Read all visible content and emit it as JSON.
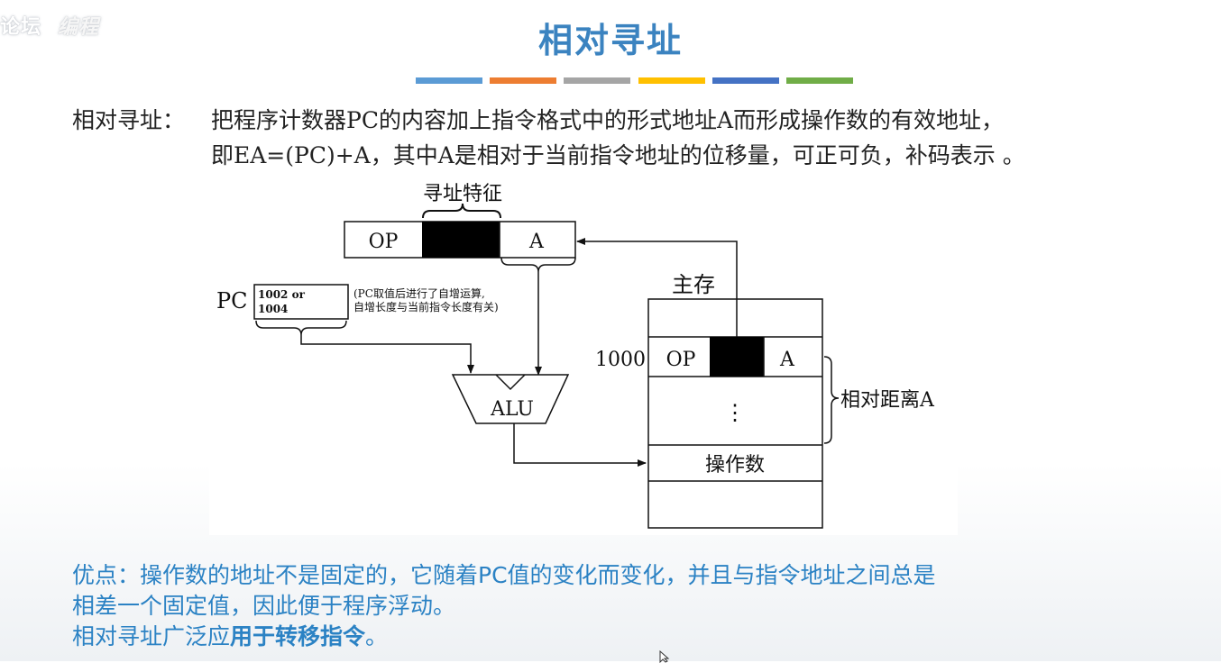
{
  "watermark": {
    "text": "论坛",
    "ghost": "编程"
  },
  "title": "相对寻址",
  "stripes": [
    "#5b9bd5",
    "#ed7d31",
    "#a5a5a5",
    "#ffc000",
    "#4472c4",
    "#70ad47"
  ],
  "definition": {
    "label": "相对寻址：",
    "line1": "把程序计数器PC的内容加上指令格式中的形式地址A而形成操作数的有效地址，",
    "line2": "即EA=(PC)+A，其中A是相对于当前指令地址的位移量，可正可负，补码表示 。"
  },
  "diagram": {
    "feature_label": "寻址特征",
    "op": "OP",
    "a": "A",
    "pc_label": "PC",
    "pc_value1": "1002   or",
    "pc_value2": "1004",
    "pc_note1": "(PC取值后进行了自增运算,",
    "pc_note2": "自增长度与当前指令长度有关)",
    "alu": "ALU",
    "memory_label": "主存",
    "address": "1000",
    "mem_op": "OP",
    "mem_a": "A",
    "dots": "⋮",
    "distance_label": "相对距离A",
    "operand": "操作数"
  },
  "advantages": {
    "line1": "优点：操作数的地址不是固定的，它随着PC值的变化而变化，并且与指令地址之间总是",
    "line2": "相差一个固定值，因此便于程序浮动。",
    "line3_prefix": "相对寻址广泛应",
    "line3_bold": "用于转移指令",
    "line3_suffix": "。"
  }
}
